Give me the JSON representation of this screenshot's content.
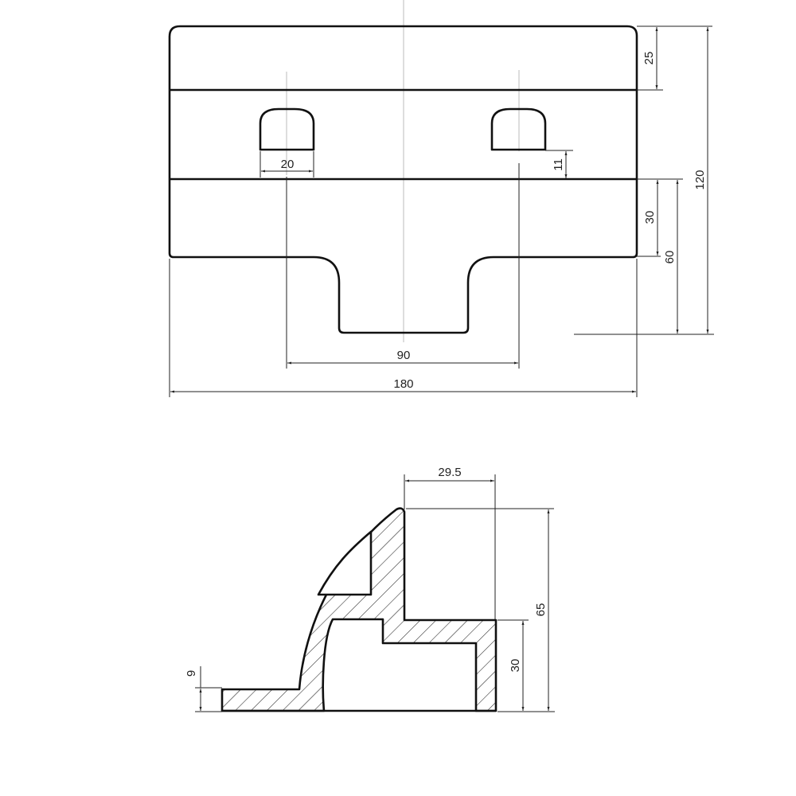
{
  "drawing": {
    "type": "technical-drawing",
    "views": [
      "top-view",
      "section-view"
    ],
    "line_color": "#111111",
    "centerline_color": "#bbbbbb",
    "background": "#ffffff"
  },
  "top_view": {
    "dimensions": {
      "slot_width": "20",
      "top_band_height": "25",
      "slot_to_line": "11",
      "overall_height": "120",
      "lower_band_height": "30",
      "lower_to_bottom": "60",
      "tab_span": "90",
      "overall_width": "180"
    }
  },
  "section_view": {
    "dimensions": {
      "top_width": "29.5",
      "overall_height": "65",
      "step_height": "30",
      "base_thickness": "9"
    }
  }
}
